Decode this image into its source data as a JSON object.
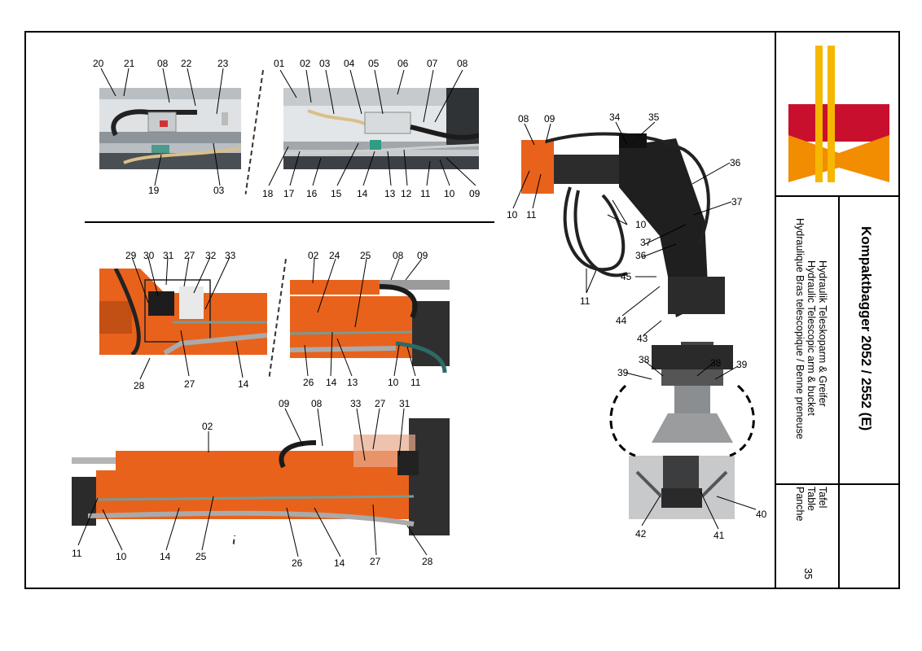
{
  "title_block": {
    "product_title": "Kompaktbagger 2052 / 2552 (E)",
    "descriptions": [
      "Hydraulik Teleskoparm & Greifer",
      "Hydraulic Telescopic arm & bucket",
      "Hydraulique Bras telescopique / Benne preneuse"
    ],
    "table_words": [
      "Tafel",
      "Table",
      "Panche"
    ],
    "page_number": "35"
  },
  "colors": {
    "logo_yellow": "#f6b700",
    "logo_red": "#c8102e",
    "logo_orange": "#f28c00",
    "machine_orange": "#e8621c"
  },
  "callouts": {
    "panel_a": [
      {
        "id": "a1",
        "text": "20"
      },
      {
        "id": "a2",
        "text": "21"
      },
      {
        "id": "a3",
        "text": "08"
      },
      {
        "id": "a4",
        "text": "22"
      },
      {
        "id": "a5",
        "text": "23"
      },
      {
        "id": "a6",
        "text": "19"
      },
      {
        "id": "a7",
        "text": "03"
      }
    ],
    "panel_b": [
      {
        "id": "b1",
        "text": "01"
      },
      {
        "id": "b2",
        "text": "02"
      },
      {
        "id": "b3",
        "text": "03"
      },
      {
        "id": "b4",
        "text": "04"
      },
      {
        "id": "b5",
        "text": "05"
      },
      {
        "id": "b6",
        "text": "06"
      },
      {
        "id": "b7",
        "text": "07"
      },
      {
        "id": "b8",
        "text": "08"
      },
      {
        "id": "b9",
        "text": "18"
      },
      {
        "id": "b10",
        "text": "17"
      },
      {
        "id": "b11",
        "text": "16"
      },
      {
        "id": "b12",
        "text": "15"
      },
      {
        "id": "b13",
        "text": "14"
      },
      {
        "id": "b14",
        "text": "13"
      },
      {
        "id": "b15",
        "text": "12"
      },
      {
        "id": "b16",
        "text": "11"
      },
      {
        "id": "b17",
        "text": "10"
      },
      {
        "id": "b18",
        "text": "09"
      }
    ],
    "panel_c": [
      {
        "id": "c1",
        "text": "08"
      },
      {
        "id": "c2",
        "text": "09"
      },
      {
        "id": "c3",
        "text": "34"
      },
      {
        "id": "c4",
        "text": "35"
      },
      {
        "id": "c5",
        "text": "36"
      },
      {
        "id": "c6",
        "text": "10"
      },
      {
        "id": "c7",
        "text": "11"
      },
      {
        "id": "c8",
        "text": "10"
      },
      {
        "id": "c9",
        "text": "37"
      },
      {
        "id": "c10",
        "text": "37"
      },
      {
        "id": "c11",
        "text": "36"
      },
      {
        "id": "c12",
        "text": "45"
      },
      {
        "id": "c13",
        "text": "11"
      },
      {
        "id": "c14",
        "text": "44"
      },
      {
        "id": "c15",
        "text": "43"
      },
      {
        "id": "c16",
        "text": "38"
      },
      {
        "id": "c17",
        "text": "38"
      },
      {
        "id": "c18",
        "text": "39"
      },
      {
        "id": "c19",
        "text": "39"
      },
      {
        "id": "c20",
        "text": "40"
      },
      {
        "id": "c21",
        "text": "42"
      },
      {
        "id": "c22",
        "text": "41"
      }
    ],
    "panel_d": [
      {
        "id": "d1",
        "text": "29"
      },
      {
        "id": "d2",
        "text": "30"
      },
      {
        "id": "d3",
        "text": "31"
      },
      {
        "id": "d4",
        "text": "27"
      },
      {
        "id": "d5",
        "text": "32"
      },
      {
        "id": "d6",
        "text": "33"
      },
      {
        "id": "d7",
        "text": "28"
      },
      {
        "id": "d8",
        "text": "27"
      },
      {
        "id": "d9",
        "text": "14"
      }
    ],
    "panel_e": [
      {
        "id": "e1",
        "text": "02"
      },
      {
        "id": "e2",
        "text": "24"
      },
      {
        "id": "e3",
        "text": "25"
      },
      {
        "id": "e4",
        "text": "08"
      },
      {
        "id": "e5",
        "text": "09"
      },
      {
        "id": "e6",
        "text": "26"
      },
      {
        "id": "e7",
        "text": "14"
      },
      {
        "id": "e8",
        "text": "13"
      },
      {
        "id": "e9",
        "text": "10"
      },
      {
        "id": "e10",
        "text": "11"
      }
    ],
    "panel_f": [
      {
        "id": "f1",
        "text": "02"
      },
      {
        "id": "f2",
        "text": "09"
      },
      {
        "id": "f3",
        "text": "08"
      },
      {
        "id": "f4",
        "text": "33"
      },
      {
        "id": "f5",
        "text": "27"
      },
      {
        "id": "f6",
        "text": "31"
      },
      {
        "id": "f7",
        "text": "11"
      },
      {
        "id": "f8",
        "text": "10"
      },
      {
        "id": "f9",
        "text": "14"
      },
      {
        "id": "f10",
        "text": "25"
      },
      {
        "id": "f11",
        "text": "26"
      },
      {
        "id": "f12",
        "text": "14"
      },
      {
        "id": "f13",
        "text": "27"
      },
      {
        "id": "f14",
        "text": "28"
      }
    ]
  }
}
